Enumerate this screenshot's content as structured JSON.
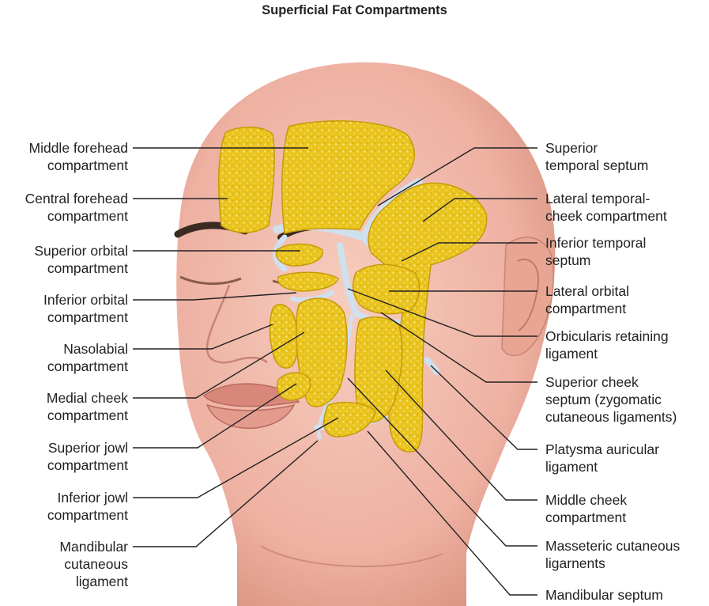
{
  "title": "Superficial Fat Compartments",
  "colors": {
    "skin": "#f0b8aa",
    "skin_shadow": "#d98f80",
    "fat": "#e8c21a",
    "fat_edge": "#c79a08",
    "septum": "#cfe0ee",
    "line": "#222222"
  },
  "labels": {
    "left": [
      "Middle forehead\ncompartment",
      "Central forehead\ncompartment",
      "Superior orbital\ncompartment",
      "Inferior orbital\ncompartment",
      "Nasolabial\ncompartment",
      "Medial cheek\ncompartment",
      "Superior jowl\ncompartment",
      "Inferior jowl\ncompartment",
      "Mandibular\ncutaneous\nligament"
    ],
    "right": [
      "Superior\ntemporal septum",
      "Lateral temporal-\ncheek compartment",
      "Inferior temporal\nseptum",
      "Lateral orbital\ncompartment",
      "Orbicularis retaining\nligament",
      "Superior cheek\nseptum (zygomatic\ncutaneous ligaments)",
      "Platysma auricular\nligament",
      "Middle cheek\ncompartment",
      "Masseteric cutaneous\nligarnents",
      "Mandibular septum"
    ]
  }
}
